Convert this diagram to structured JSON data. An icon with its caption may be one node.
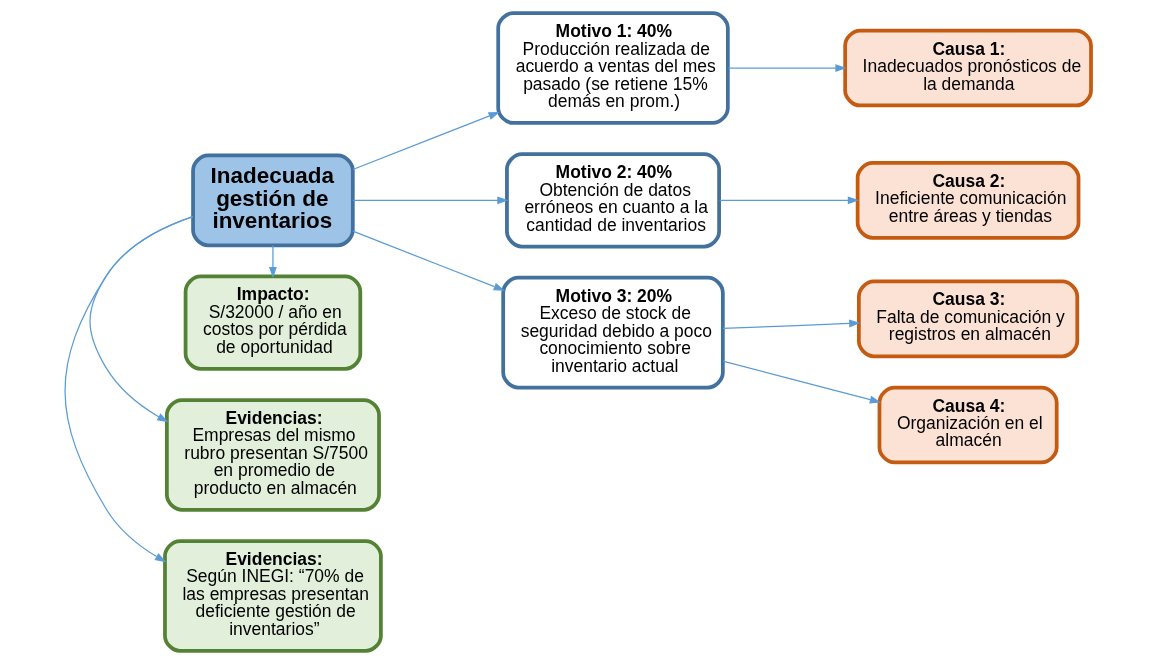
{
  "diagram": {
    "nodes": [
      {
        "text": [
          "Inadecuada gestión de inventarios"
        ]
      },
      {
        "text": [
          "Evidencias:",
          "Según INEGI: “70% de las empresas presentan deficiente gestión de inventarios”"
        ]
      },
      {
        "text": [
          "Evidencias:",
          "Empresas del mismo rubro presentan S/7500 en promedio de producto en almacén"
        ]
      },
      {
        "text": [
          "Impacto:",
          "S/32000 / año en costos por pérdida de oportunidad"
        ]
      },
      {
        "text": [
          "Motivo 1: 40%",
          "Producción realizada de acuerdo a ventas del mes pasado (se retiene 15% demás en prom.)"
        ]
      },
      {
        "text": [
          "Motivo 2: 40%",
          "Obtención de datos erróneos en cuanto a la cantidad de inventarios"
        ]
      },
      {
        "text": [
          "Motivo 3: 20%",
          "Exceso de stock de seguridad debido a poco conocimiento sobre inventario actual"
        ]
      },
      {
        "text": [
          "Causa 1:",
          "Inadecuados pronósticos de la demanda"
        ]
      },
      {
        "text": [
          "Causa 2:",
          "Ineficiente comunicación entre áreas y tiendas"
        ]
      },
      {
        "text": [
          "Causa 3:",
          "Falta de comunicación y registros en almacén"
        ]
      },
      {
        "text": [
          "Causa 4:",
          "Organización en el almacén"
        ]
      }
    ],
    "edges": [
      {
        "from": 0,
        "to": 1,
        "arrow": "to"
      },
      {
        "from": 0,
        "to": 2,
        "arrow": "to"
      },
      {
        "from": 0,
        "to": 3,
        "arrow": "to"
      },
      {
        "from": 0,
        "to": 4,
        "arrow": "to"
      },
      {
        "from": 0,
        "to": 5,
        "arrow": "to"
      },
      {
        "from": 0,
        "to": 6,
        "arrow": "to"
      },
      {
        "from": 4,
        "to": 7,
        "arrow": "to"
      },
      {
        "from": 5,
        "to": 8,
        "arrow": "to"
      },
      {
        "from": 6,
        "to": 9,
        "arrow": "to"
      },
      {
        "from": 6,
        "to": 10,
        "arrow": "to"
      }
    ]
  }
}
